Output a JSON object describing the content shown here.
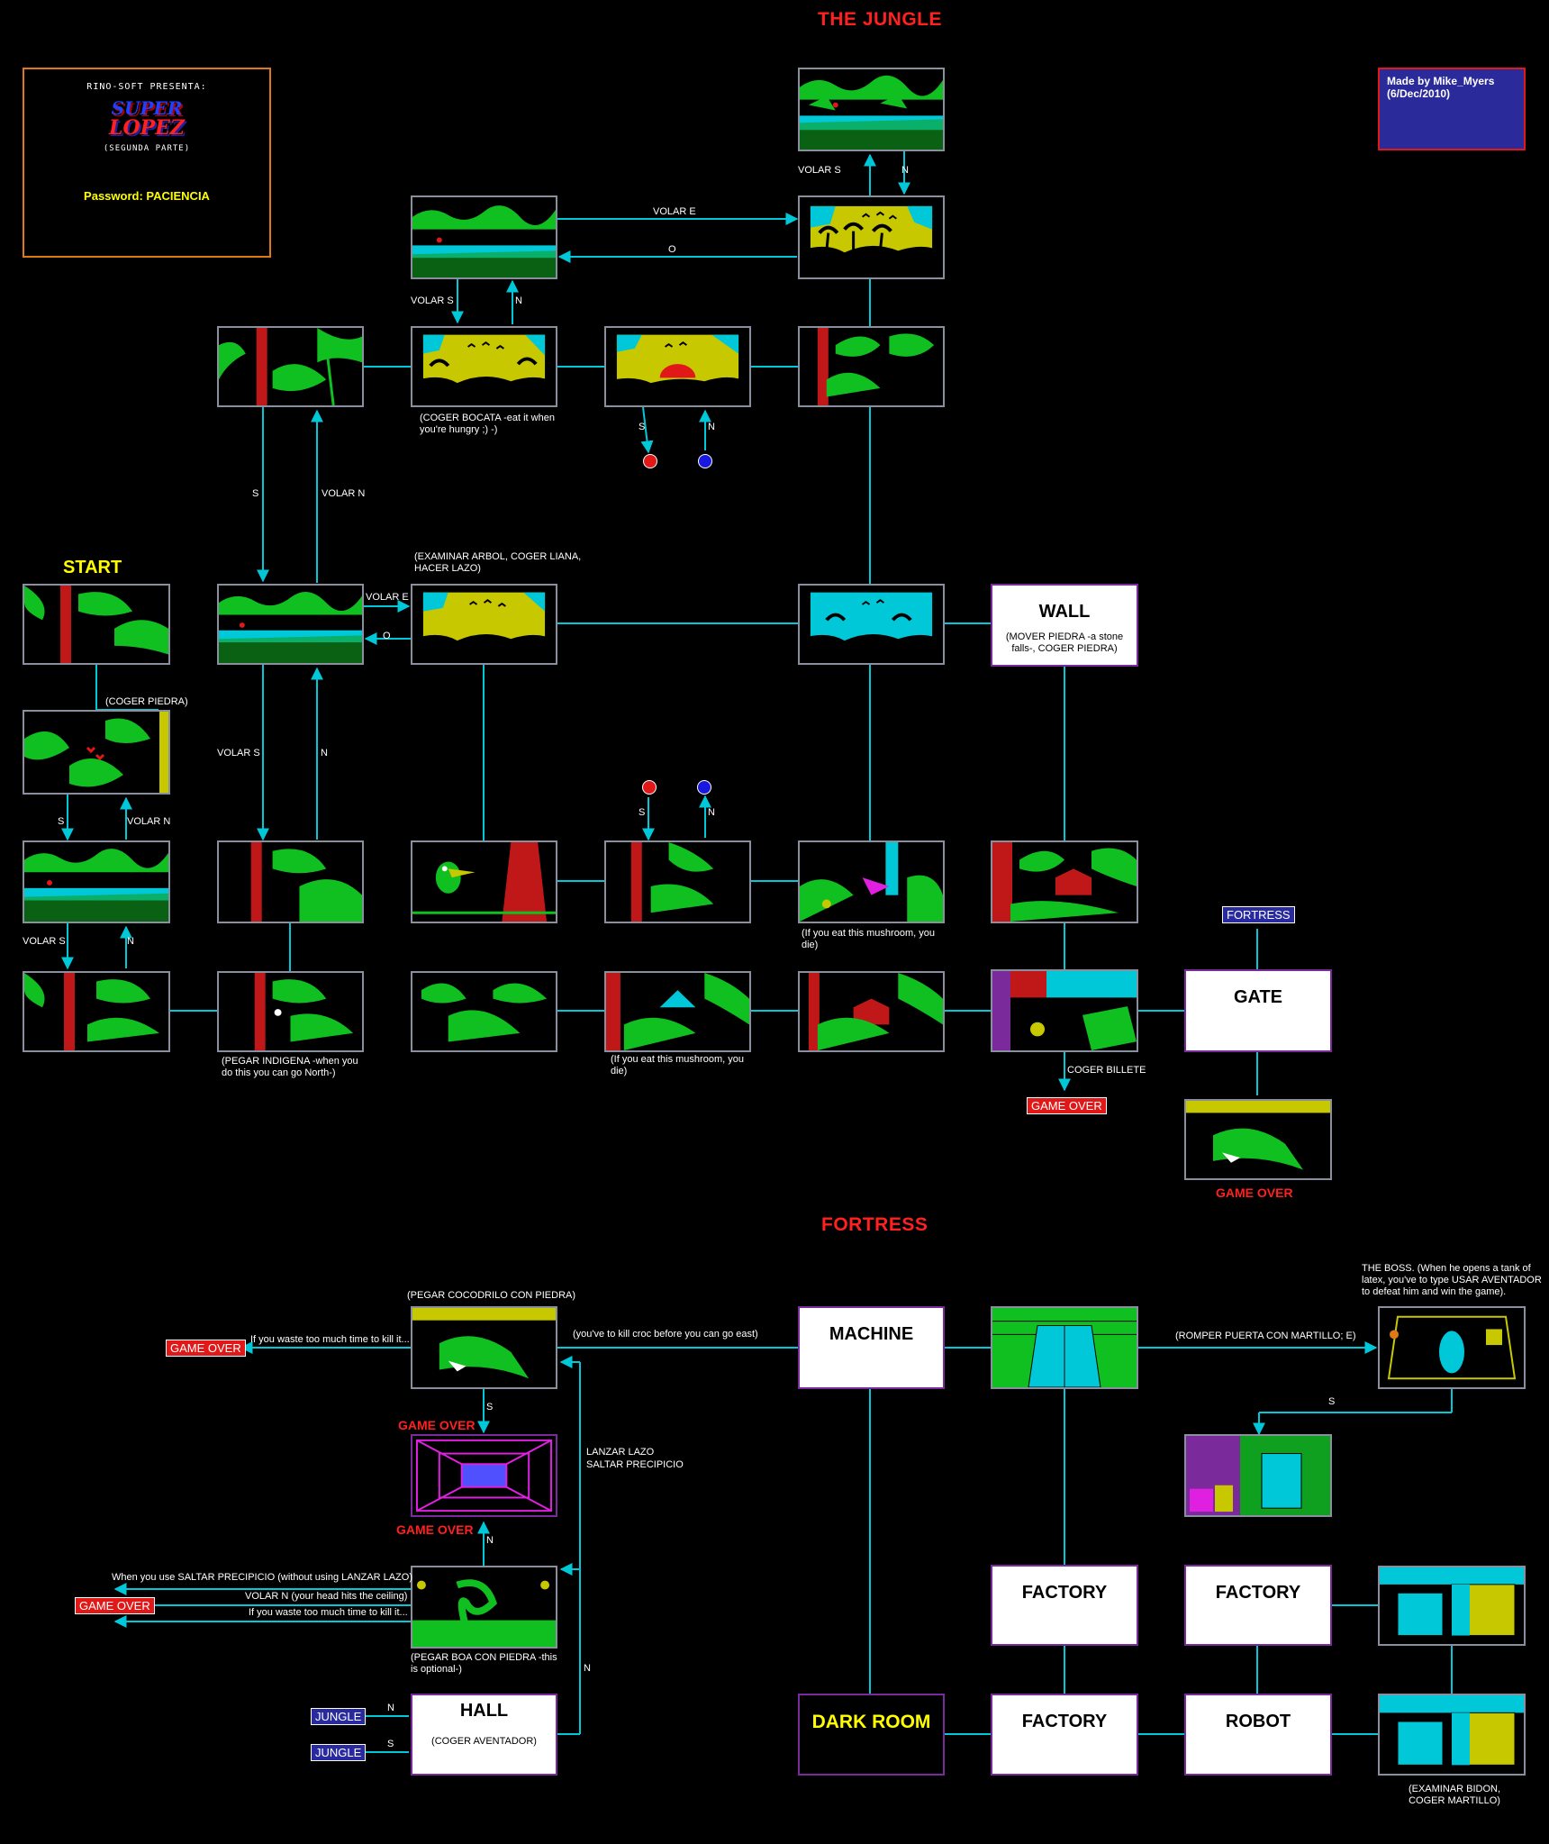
{
  "sections": {
    "jungle": "THE JUNGLE",
    "fortress": "FORTRESS",
    "start": "START"
  },
  "title_card": {
    "presenta": "RINO-SOFT PRESENTA:",
    "logo_line1": "SUPER",
    "logo_line2": "LOPEZ",
    "subtitle": "(SEGUNDA PARTE)",
    "password": "Password: PACIENCIA"
  },
  "credit": {
    "line1": "Made by Mike_Myers",
    "line2": "(6/Dec/2010)"
  },
  "text_rooms": {
    "wall": {
      "title": "WALL",
      "note": "(MOVER PIEDRA -a stone falls-, COGER PIEDRA)"
    },
    "gate": {
      "title": "GATE"
    },
    "machine": {
      "title": "MACHINE"
    },
    "factory_a": {
      "title": "FACTORY"
    },
    "factory_b": {
      "title": "FACTORY"
    },
    "factory_c": {
      "title": "FACTORY"
    },
    "robot": {
      "title": "ROBOT"
    },
    "dark_room": {
      "title": "DARK ROOM"
    },
    "hall": {
      "title": "HALL",
      "note": "(COGER AVENTADOR)"
    }
  },
  "tags": {
    "fortress_link": "FORTRESS",
    "jungle_n": "JUNGLE",
    "jungle_s": "JUNGLE",
    "game_over": "GAME OVER"
  },
  "labels": {
    "volar_e": "VOLAR E",
    "o_top": "O",
    "volar_s_top": "VOLAR S",
    "n_top": "N",
    "volar_s_b": "VOLAR S",
    "n_b": "N",
    "coger_bocata": "(COGER BOCATA -eat it when you're hungry ;) -)",
    "s_dot": "S",
    "n_dot": "N",
    "s_left": "S",
    "volar_n_left": "VOLAR N",
    "examinar": "(EXAMINAR ARBOL, COGER LIANA, HACER LAZO)",
    "volar_e_mid": "VOLAR E",
    "o_mid": "O",
    "coger_piedra": "(COGER PIEDRA)",
    "s_start": "S",
    "volar_n_start": "VOLAR N",
    "volar_s_col2": "VOLAR S",
    "n_col2": "N",
    "volar_s_start": "VOLAR S",
    "n_start": "N",
    "s_dot2": "S",
    "n_dot2": "N",
    "mushroom_die1": "(If you eat this mushroom, you die)",
    "pegar_indigena": "(PEGAR INDIGENA -when you do this you can go North-)",
    "mushroom_die2": "(If you eat this mushroom, you die)",
    "coger_billete": "COGER BILLETE",
    "pegar_cocodrilo": "(PEGAR COCODRILO CON PIEDRA)",
    "waste_time1": "If you waste too much time to kill it...",
    "kill_croc": "(you've to kill croc before you can go east)",
    "romper_puerta": "(ROMPER PUERTA CON MARTILLO; E)",
    "boss_note": "THE BOSS. (When he opens a tank of latex,  you've to type USAR AVENTADOR to defeat him and win the game).",
    "s_boss": "S",
    "s_croc": "S",
    "lanzar_lazo": "LANZAR LAZO",
    "saltar_precipicio": "SALTAR PRECIPICIO",
    "n_boa": "N",
    "saltar_without": "When you use SALTAR PRECIPICIO (without using LANZAR LAZO)",
    "volar_n_ceiling": "VOLAR N (your head hits the ceiling)",
    "waste_time2": "If you waste too much time to kill it...",
    "pegar_boa": "(PEGAR BOA CON PIEDRA -this is optional-)",
    "n_hall": "N",
    "n_jungle": "N",
    "s_jungle": "S",
    "examinar_bidon": "(EXAMINAR BIDON, COGER MARTILLO)"
  },
  "colors": {
    "connector": "#00c8d8",
    "red_marker": "#e01818",
    "blue_marker": "#1818e0",
    "room_border": "#8a8fa0",
    "text_room_border": "#7a2a9a"
  }
}
